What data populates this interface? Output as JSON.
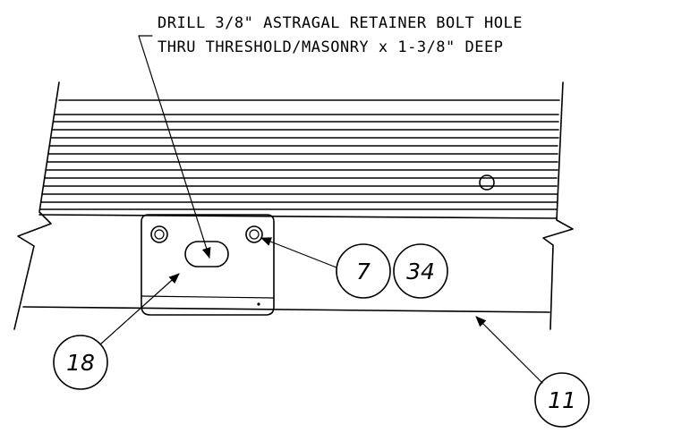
{
  "note": {
    "line1": "DRILL 3/8\" ASTRAGAL RETAINER BOLT HOLE",
    "line2": "THRU THRESHOLD/MASONRY x 1-3/8\" DEEP"
  },
  "callouts": {
    "c7": "7",
    "c34": "34",
    "c18": "18",
    "c11": "11"
  },
  "colors": {
    "line": "#000000",
    "background": "#ffffff"
  }
}
